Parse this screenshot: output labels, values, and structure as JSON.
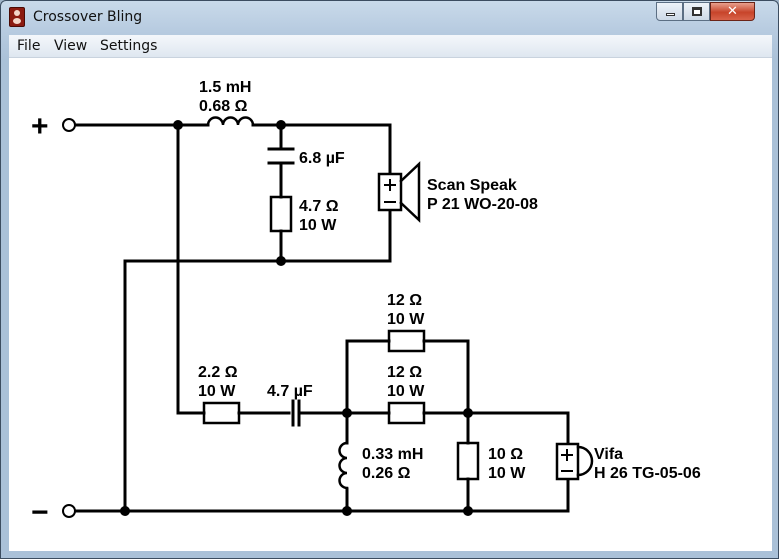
{
  "window": {
    "title": "Crossover Bling",
    "close_glyph": "✕"
  },
  "menu": {
    "file": "File",
    "view": "View",
    "settings": "Settings"
  },
  "schematic": {
    "terminals": {
      "plus": "+",
      "minus": "−"
    },
    "tweeter_path": {
      "inductor": {
        "value": "1.5 mH",
        "resistance": "0.68 Ω"
      },
      "capacitor": {
        "value": "6.8 µF"
      },
      "resistor": {
        "value": "4.7 Ω",
        "power": "10 W"
      },
      "speaker": {
        "name": "Scan Speak",
        "model": "P 21 WO-20-08"
      }
    },
    "woofer_path": {
      "resistor_top": {
        "value": "12 Ω",
        "power": "10 W"
      },
      "resistor_mid": {
        "value": "12 Ω",
        "power": "10 W"
      },
      "series_resistor": {
        "value": "2.2 Ω",
        "power": "10 W"
      },
      "series_capacitor": {
        "value": "4.7 µF"
      },
      "shunt_inductor": {
        "value": "0.33 mH",
        "resistance": "0.26 Ω"
      },
      "shunt_resistor": {
        "value": "10 Ω",
        "power": "10 W"
      },
      "speaker": {
        "name": "Vifa",
        "model": "H 26 TG-05-06"
      }
    }
  }
}
